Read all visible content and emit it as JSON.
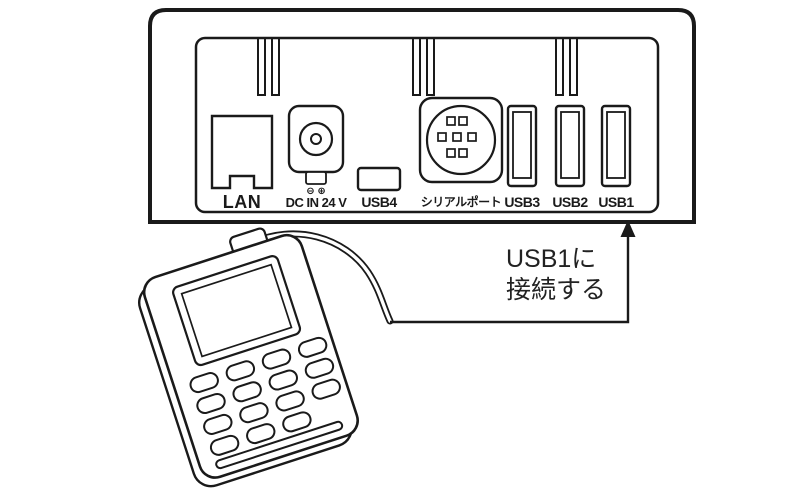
{
  "panel": {
    "ports": [
      {
        "id": "lan",
        "label": "LAN"
      },
      {
        "id": "dc-in",
        "label": "DC IN 24 V",
        "polarity": "⊖ ⊕"
      },
      {
        "id": "usb4",
        "label": "USB4"
      },
      {
        "id": "serial",
        "label": "シリアルポート"
      },
      {
        "id": "usb3",
        "label": "USB3"
      },
      {
        "id": "usb2",
        "label": "USB2"
      },
      {
        "id": "usb1",
        "label": "USB1"
      }
    ]
  },
  "annotation": {
    "line1": "USB1に",
    "line2": "接続する"
  },
  "colors": {
    "line": "#1a1a1a",
    "background": "#ffffff",
    "text": "#222222"
  }
}
